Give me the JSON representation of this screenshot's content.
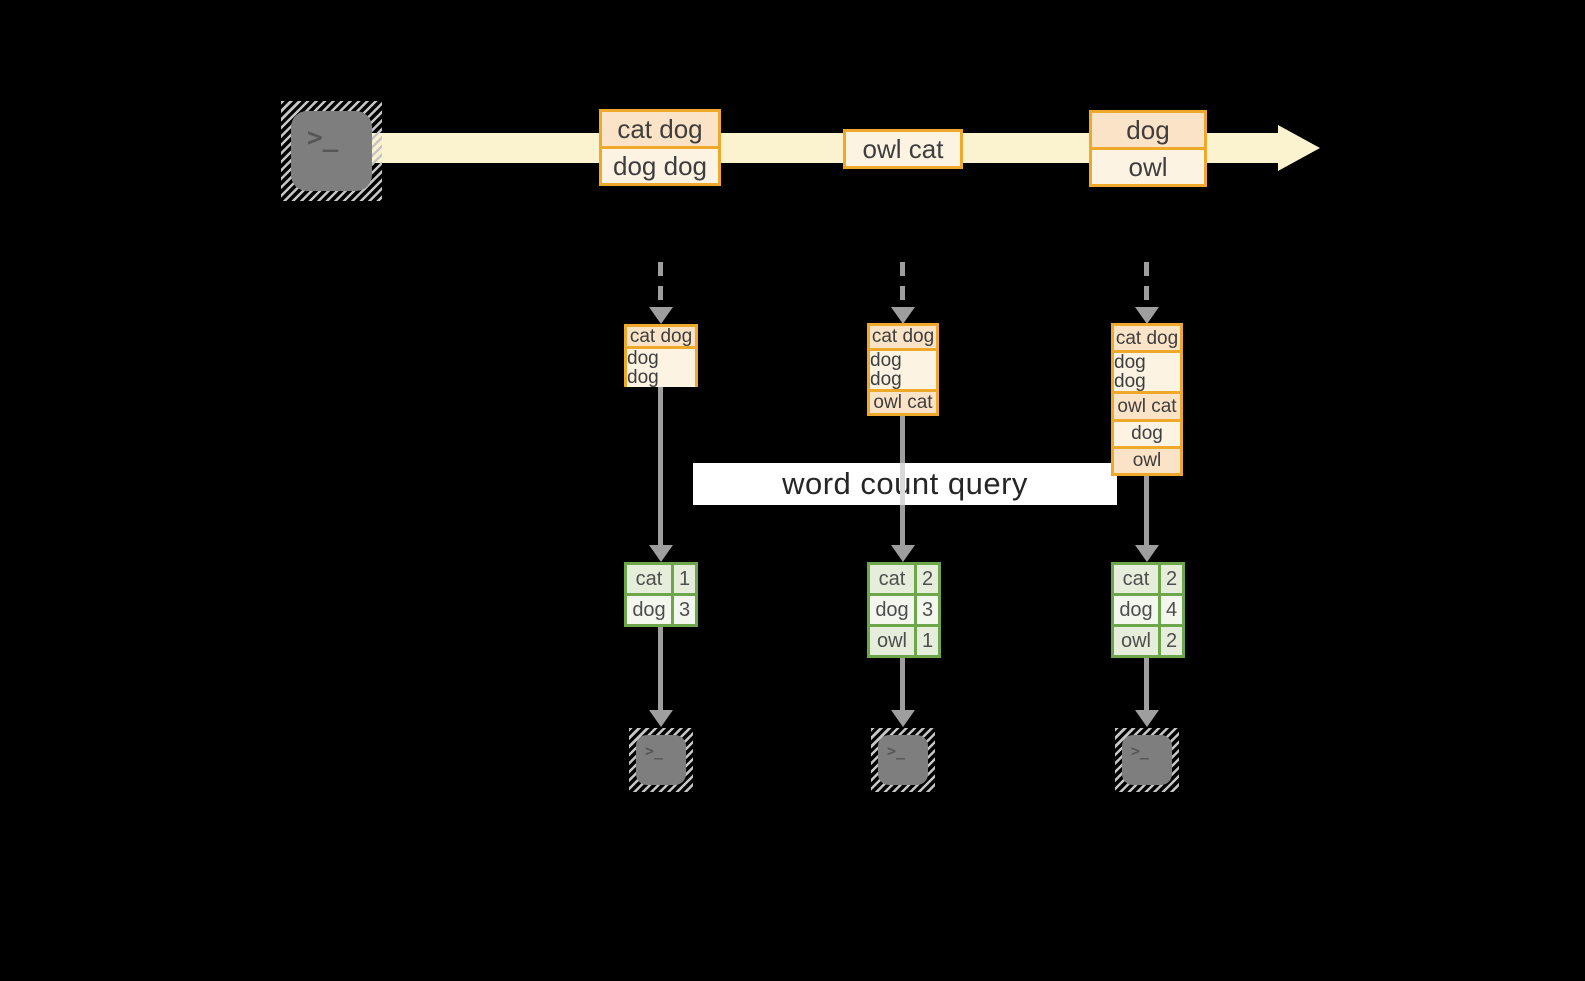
{
  "diagram": "streaming word count query",
  "colors": {
    "background": "#000000",
    "stream_band": "#fbf3d0",
    "record_border_orange": "#efa92a",
    "record_fill_dark": "#fae3c6",
    "record_fill_light": "#fdf3e3",
    "table_border_green": "#6ea64b",
    "table_fill_dark": "#e6eedb",
    "table_fill_light": "#f3f7ee",
    "arrow_gray": "#9e9e9e",
    "terminal_gray": "#7e7e7e",
    "query_label_bg": "#ffffff"
  },
  "terminals": {
    "source": {
      "glyph": ">_"
    },
    "outputs": [
      {
        "glyph": ">_"
      },
      {
        "glyph": ">_"
      },
      {
        "glyph": ">_"
      }
    ]
  },
  "stream": {
    "events": [
      {
        "cells": [
          {
            "text": "cat dog"
          },
          {
            "text": "dog dog"
          }
        ]
      },
      {
        "cells": [
          {
            "text": "owl cat"
          }
        ]
      },
      {
        "cells": [
          {
            "text": "dog"
          },
          {
            "text": "owl"
          }
        ]
      }
    ]
  },
  "query_label": "word count query",
  "columns": [
    {
      "buffer": [
        "cat dog",
        "dog dog"
      ],
      "counts": [
        {
          "word": "cat",
          "value": "1"
        },
        {
          "word": "dog",
          "value": "3"
        }
      ]
    },
    {
      "buffer": [
        "cat dog",
        "dog dog",
        "owl cat"
      ],
      "counts": [
        {
          "word": "cat",
          "value": "2"
        },
        {
          "word": "dog",
          "value": "3"
        },
        {
          "word": "owl",
          "value": "1"
        }
      ]
    },
    {
      "buffer": [
        "cat dog",
        "dog dog",
        "owl cat",
        "dog",
        "owl"
      ],
      "counts": [
        {
          "word": "cat",
          "value": "2"
        },
        {
          "word": "dog",
          "value": "4"
        },
        {
          "word": "owl",
          "value": "2"
        }
      ]
    }
  ]
}
